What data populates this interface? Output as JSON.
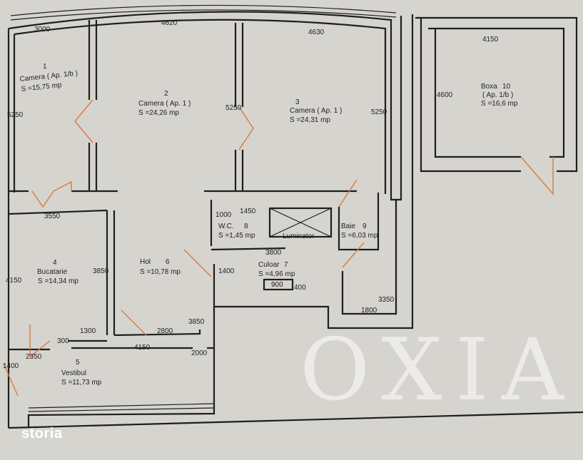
{
  "rooms": [
    {
      "num": "1",
      "name": "Camera ( Ap. 1/b )",
      "area": "S =15,75 mp"
    },
    {
      "num": "2",
      "name": "Camera ( Ap. 1 )",
      "area": "S =24,26 mp"
    },
    {
      "num": "3",
      "name": "Camera ( Ap. 1 )",
      "area": "S =24,31 mp"
    },
    {
      "num": "4",
      "name": "Bucatarie",
      "area": "S =14,34 mp"
    },
    {
      "num": "5",
      "name": "Vestibul",
      "area": "S =11,73 mp"
    },
    {
      "num": "6",
      "name": "Hol",
      "area": "S =10,78 mp"
    },
    {
      "num": "7",
      "name": "Culoar",
      "area": "S =4,96 mp"
    },
    {
      "num": "8",
      "name": "W.C.",
      "area": "S =1,45 mp"
    },
    {
      "num": "9",
      "name": "Baie",
      "area": "S =6,03 mp"
    },
    {
      "num": "10",
      "name": "Boxa",
      "sub": "( Ap. 1/b )",
      "area": "S =16,6 mp"
    }
  ],
  "luminator": "Luminator",
  "dimensions": [
    "3000",
    "4620",
    "4630",
    "4150",
    "5250",
    "5250",
    "5250",
    "4600",
    "3550",
    "3850",
    "4150",
    "1000",
    "1450",
    "3800",
    "1400",
    "900",
    "400",
    "3350",
    "1800",
    "3850",
    "2800",
    "1300",
    "300",
    "4150",
    "2000",
    "2350",
    "1400"
  ],
  "watermark": "OXIA",
  "logo": "storia",
  "colors": {
    "paper": "#d6d4ce",
    "wall": "#1e1e1e",
    "door": "#d97a40"
  }
}
